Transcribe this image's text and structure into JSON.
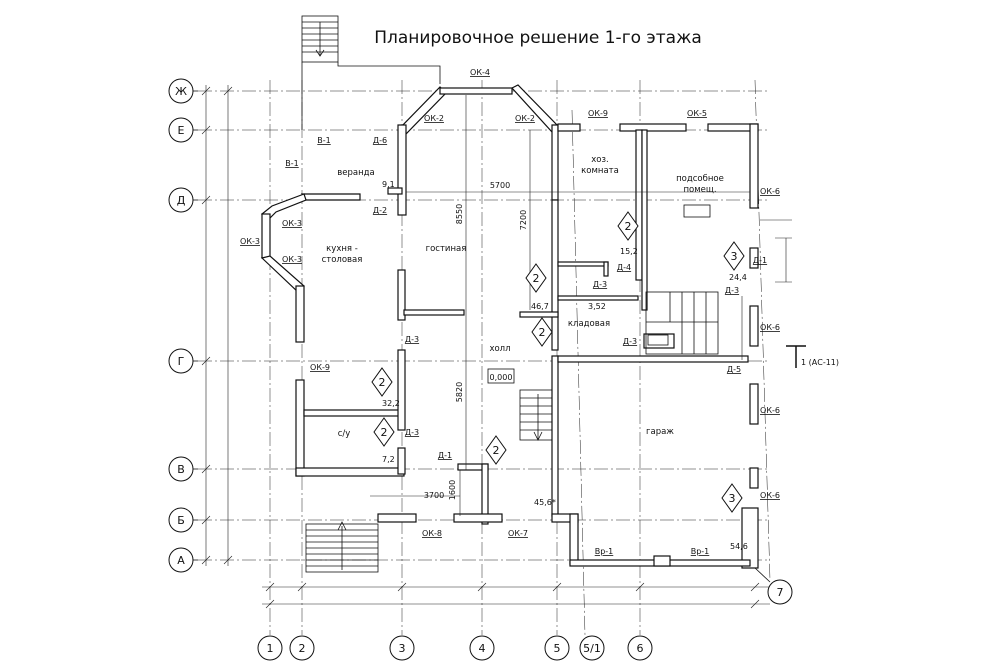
{
  "title": "Планировочное решение 1-го этажа",
  "axes_vertical": [
    "1",
    "2",
    "3",
    "4",
    "5",
    "5/1",
    "6",
    "7"
  ],
  "axes_horizontal": [
    "Ж",
    "Е",
    "Д",
    "Г",
    "В",
    "Б",
    "А"
  ],
  "rooms": {
    "veranda": "веранда",
    "kitchen_1": "кухня -",
    "kitchen_2": "столовая",
    "living": "гостиная",
    "utility_1": "хоз.",
    "utility_2": "комната",
    "aux_1": "подсобное",
    "aux_2": "помещ.",
    "pantry": "кладовая",
    "hall": "холл",
    "garage": "гараж",
    "wc": "с/у"
  },
  "elevation": "0,000",
  "section_mark": "1 (АС-11)",
  "areas": {
    "veranda": "9,1",
    "kitchen": "32,2",
    "wc": "7,2",
    "hall": "46,7",
    "utility": "15,2",
    "pantry": "3,52",
    "aux": "24,4",
    "vestibule": "45,6*",
    "garage": "54,6"
  },
  "dimensions": {
    "d5700": "5700",
    "d8550": "8550",
    "d7200": "7200",
    "d5820": "5820",
    "d3700": "3700",
    "d1600": "1600"
  },
  "openings": {
    "ok4": "ОК-4",
    "ok2a": "ОК-2",
    "ok2b": "ОК-2",
    "ok9a": "ОК-9",
    "ok5": "ОК-5",
    "ok6a": "ОК-6",
    "ok6b": "ОК-6",
    "ok6c": "ОК-6",
    "ok6d": "ОК-6",
    "ok3a": "ОК-3",
    "ok3b": "ОК-3",
    "ok3c": "ОК-3",
    "ok9b": "ОК-9",
    "ok8": "ОК-8",
    "ok7": "ОК-7",
    "b1a": "В-1",
    "b1b": "В-1",
    "d6": "Д-6",
    "d2": "Д-2",
    "d4": "Д-4",
    "d3a": "Д-3",
    "d3b": "Д-3",
    "d3c": "Д-3",
    "d3d": "Д-3",
    "d3e": "Д-3",
    "d1a": "Д-1",
    "d1b": "Д-1",
    "d5": "Д-5",
    "vp1a": "Вр-1",
    "vp1b": "Вр-1"
  },
  "zone_marks": [
    "2",
    "2",
    "2",
    "3",
    "2",
    "2",
    "2",
    "3"
  ]
}
